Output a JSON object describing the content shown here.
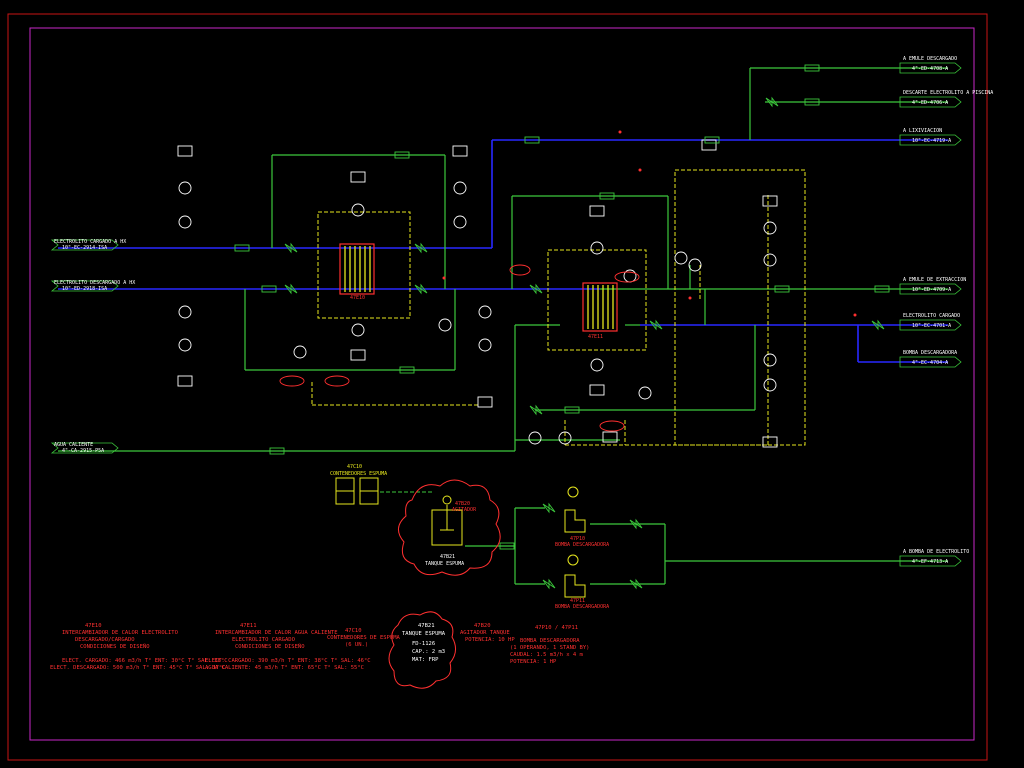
{
  "colors": {
    "background": "#000000",
    "frame_outer": "#c81414",
    "frame_inner": "#c828c8",
    "line_green": "#3cc83c",
    "line_blue": "#2828ff",
    "line_yellow": "#e6e61e",
    "text_white": "#ffffff",
    "text_red": "#ff3030"
  },
  "left_inlets": [
    {
      "name": "ELECTROLITO CARGADO A HX",
      "tag": "10\"-EC-2914-ISA"
    },
    {
      "name": "ELECTROLITO DESCARGADO A HX",
      "tag": "10\"-ED-2918-ISA"
    },
    {
      "name": "AGUA CALIENTE",
      "tag": "4\"-CA-2915-P5A"
    }
  ],
  "right_outlets": [
    {
      "name": "A EMULE DESCARGADO",
      "tag": "4\"-ED-4708-A"
    },
    {
      "name": "DESCARTE ELECTROLITO A PISCINA",
      "tag": "4\"-ED-4706-A"
    },
    {
      "name": "A LIXIVIACION",
      "tag": "10\"-EC-4719-A"
    },
    {
      "name": "A EMULE DE EXTRACCION",
      "tag": "10\"-ED-4709-A"
    },
    {
      "name": "ELECTROLITO CARGADO",
      "tag": "10\"-EC-4701-A"
    },
    {
      "name": "BOMBA DESCARGADORA",
      "tag": "4\"-EC-4704-A"
    },
    {
      "name": "A BOMBA DE ELECTROLITO",
      "tag": "4\"-EF-4713-A"
    }
  ],
  "equipment_tags": {
    "hx1": "47E10",
    "hx2": "47E11",
    "tank": "47B21",
    "agitator": "47B20",
    "pump1": "47P10",
    "pump2": "47P11",
    "foam_container": "47C10"
  },
  "area_labels": {
    "tank_label": "TANQUE ESPUMA",
    "agitator_label": "AGITADOR",
    "pump_label": "BOMBA DESCARGADORA",
    "foam_label": "CONTENEDORES ESPUMA"
  },
  "equipment_legend": [
    {
      "tag": "47E10",
      "lines": [
        "INTERCAMBIADOR DE CALOR ELECTROLITO",
        "DESCARGADO/CARGADO",
        "CONDICIONES DE DISEÑO",
        "ELECT. CARGADO: 466 m3/h T° ENT: 30°C T° SAL: 38°C",
        "ELECT. DESCARGADO: 500 m3/h T° ENT: 45°C T° SAL: 37°C"
      ]
    },
    {
      "tag": "47E11",
      "lines": [
        "INTERCAMBIADOR DE CALOR AGUA CALIENTE",
        "ELECTROLITO CARGADO",
        "CONDICIONES DE DISEÑO",
        "ELECT. CARGADO: 390 m3/h T° ENT: 38°C T° SAL: 46°C",
        "AGUA CALIENTE: 45 m3/h T° ENT: 65°C T° SAL: 55°C"
      ]
    },
    {
      "tag": "47C10",
      "lines": [
        "CONTENEDORES DE ESPUMA",
        "(6 UN.)"
      ]
    },
    {
      "tag": "47B21",
      "lines": [
        "TANQUE ESPUMA",
        "FD-1126",
        "CAP.: 2 m3",
        "MAT: FRP"
      ]
    },
    {
      "tag": "47B20",
      "lines": [
        "AGITADOR TANQUE",
        "POTENCIA: 10 HP"
      ]
    },
    {
      "tag": "47P10 / 47P11",
      "lines": [
        "BOMBA DESCARGADORA",
        "(1 OPERANDO, 1 STAND BY)",
        "CAUDAL: 1.5 m3/h x 4 m",
        "POTENCIA: 1 HP"
      ]
    }
  ]
}
